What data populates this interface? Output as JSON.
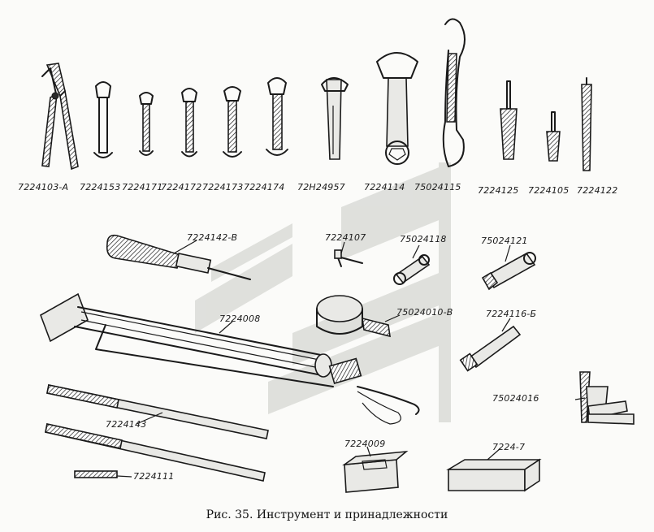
{
  "caption": "Рис. 35. Инструмент и принадлежности",
  "labels": {
    "pliers": "7224103-А",
    "wrench_1": "7224153",
    "wrench_2": "7224171",
    "wrench_3": "7224172",
    "wrench_4": "7224173",
    "wrench_5": "7224174",
    "wrench_6": "72Н24957",
    "wrench_7": "7224114",
    "hook_wrench": "75024115",
    "screwdriver_1": "7224125",
    "screwdriver_2": "7224105",
    "punch": "7224122",
    "big_screwdriver": "7224142-В",
    "key_small": "7224107",
    "socket_1": "75024118",
    "socket_2": "75024121",
    "pump": "7224008",
    "gauge": "75024010-В",
    "socket_3": "7224116-Б",
    "feeler_gauge": "75024016",
    "strap_1": "7224143",
    "bar": "7224111",
    "soap_box": "7224009",
    "tool_box": "7224-7"
  },
  "colors": {
    "ink": "#1a1a1a",
    "watermark": "#c9cbc6"
  }
}
